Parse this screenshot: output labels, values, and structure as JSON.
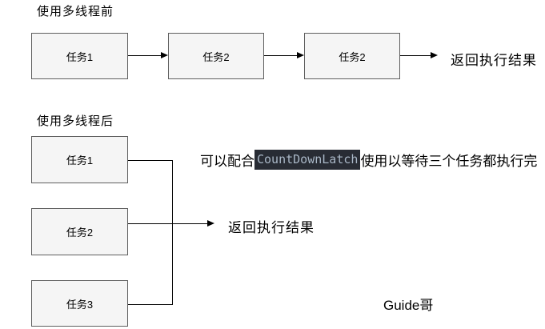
{
  "colors": {
    "text": "#000000",
    "line": "#000000",
    "box-fill": "#f5f5f5",
    "box-border": "#5f5f5f",
    "code-bg": "#282c34",
    "code-text": "#a9b7c6"
  },
  "before": {
    "title": "使用多线程前",
    "boxes": [
      "任务1",
      "任务2",
      "任务2"
    ],
    "result_label": "返回执行结果"
  },
  "after": {
    "title": "使用多线程后",
    "boxes": [
      "任务1",
      "任务2",
      "任务3"
    ],
    "result_label": "返回执行结果",
    "note": {
      "prefix": "可以配合",
      "code": "CountDownLatch",
      "suffix": "使用以等待三个任务都执行完"
    },
    "signature": "Guide哥"
  }
}
